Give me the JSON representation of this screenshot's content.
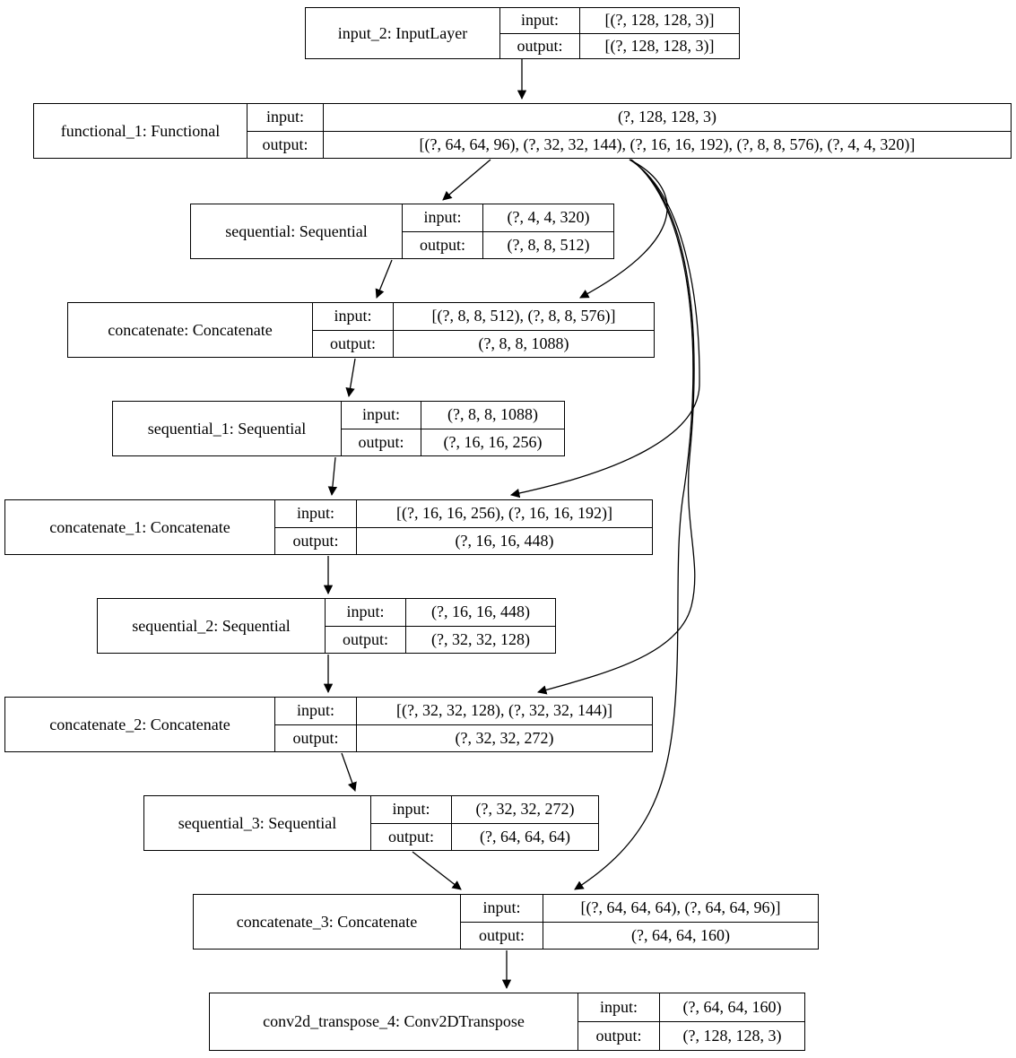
{
  "diagram": {
    "background_color": "#ffffff",
    "line_color": "#000000",
    "key_input_label": "input:",
    "key_output_label": "output:",
    "nodes": [
      {
        "id": "input_2",
        "title": "input_2: InputLayer",
        "input": "[(?, 128, 128, 3)]",
        "output": "[(?, 128, 128, 3)]"
      },
      {
        "id": "functional_1",
        "title": "functional_1: Functional",
        "input": "(?, 128, 128, 3)",
        "output": "[(?, 64, 64, 96), (?, 32, 32, 144), (?, 16, 16, 192), (?, 8, 8, 576), (?, 4, 4, 320)]"
      },
      {
        "id": "sequential",
        "title": "sequential: Sequential",
        "input": "(?, 4, 4, 320)",
        "output": "(?, 8, 8, 512)"
      },
      {
        "id": "concatenate",
        "title": "concatenate: Concatenate",
        "input": "[(?, 8, 8, 512), (?, 8, 8, 576)]",
        "output": "(?, 8, 8, 1088)"
      },
      {
        "id": "sequential_1",
        "title": "sequential_1: Sequential",
        "input": "(?, 8, 8, 1088)",
        "output": "(?, 16, 16, 256)"
      },
      {
        "id": "concatenate_1",
        "title": "concatenate_1: Concatenate",
        "input": "[(?, 16, 16, 256), (?, 16, 16, 192)]",
        "output": "(?, 16, 16, 448)"
      },
      {
        "id": "sequential_2",
        "title": "sequential_2: Sequential",
        "input": "(?, 16, 16, 448)",
        "output": "(?, 32, 32, 128)"
      },
      {
        "id": "concatenate_2",
        "title": "concatenate_2: Concatenate",
        "input": "[(?, 32, 32, 128), (?, 32, 32, 144)]",
        "output": "(?, 32, 32, 272)"
      },
      {
        "id": "sequential_3",
        "title": "sequential_3: Sequential",
        "input": "(?, 32, 32, 272)",
        "output": "(?, 64, 64, 64)"
      },
      {
        "id": "concatenate_3",
        "title": "concatenate_3: Concatenate",
        "input": "[(?, 64, 64, 64), (?, 64, 64, 96)]",
        "output": "(?, 64, 64, 160)"
      },
      {
        "id": "conv2d_transpose_4",
        "title": "conv2d_transpose_4: Conv2DTranspose",
        "input": "(?, 64, 64, 160)",
        "output": "(?, 128, 128, 3)"
      }
    ],
    "edges": [
      {
        "from": "input_2",
        "to": "functional_1"
      },
      {
        "from": "functional_1",
        "to": "sequential"
      },
      {
        "from": "functional_1",
        "to": "concatenate"
      },
      {
        "from": "functional_1",
        "to": "concatenate_1"
      },
      {
        "from": "functional_1",
        "to": "concatenate_2"
      },
      {
        "from": "functional_1",
        "to": "concatenate_3"
      },
      {
        "from": "sequential",
        "to": "concatenate"
      },
      {
        "from": "concatenate",
        "to": "sequential_1"
      },
      {
        "from": "sequential_1",
        "to": "concatenate_1"
      },
      {
        "from": "concatenate_1",
        "to": "sequential_2"
      },
      {
        "from": "sequential_2",
        "to": "concatenate_2"
      },
      {
        "from": "concatenate_2",
        "to": "sequential_3"
      },
      {
        "from": "sequential_3",
        "to": "concatenate_3"
      },
      {
        "from": "concatenate_3",
        "to": "conv2d_transpose_4"
      }
    ]
  }
}
